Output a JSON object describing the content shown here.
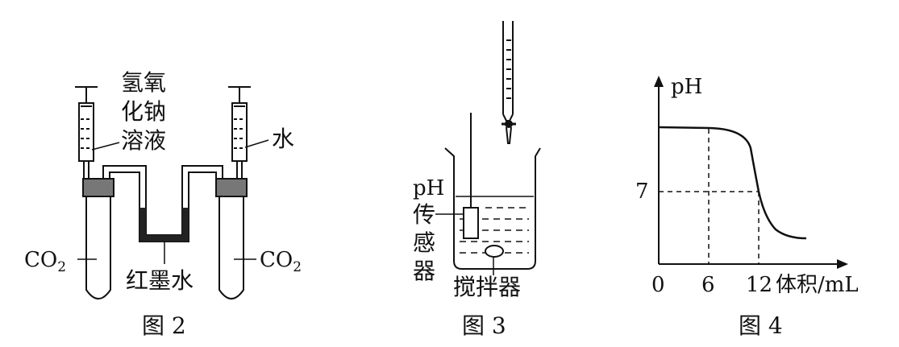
{
  "fig2": {
    "caption": "图 2",
    "naoh_label": [
      "氢氧",
      "化钠",
      "溶液"
    ],
    "water_label": "水",
    "co2_left": "CO",
    "co2_right": "CO",
    "co2_sub": "2",
    "ink_label": "红墨水"
  },
  "fig3": {
    "caption": "图 3",
    "sensor_label": [
      "pH",
      "传",
      "感",
      "器"
    ],
    "stirrer_label": "搅拌器"
  },
  "fig4": {
    "caption": "图 4",
    "y_axis_label": "pH",
    "x_axis_label": "体积/mL",
    "origin_label": "0",
    "y_tick": "7",
    "x_ticks": [
      "6",
      "12"
    ]
  },
  "chart_data": {
    "type": "line",
    "xlabel": "体积/mL",
    "ylabel": "pH",
    "reference_lines": {
      "x": [
        6,
        12
      ],
      "y": [
        7
      ]
    }
  }
}
